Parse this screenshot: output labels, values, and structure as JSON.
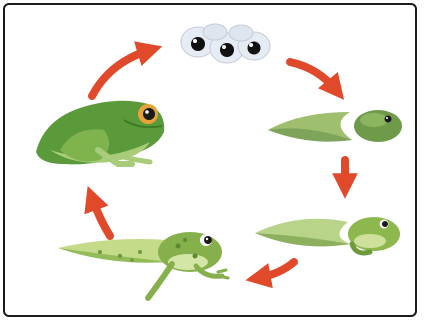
{
  "diagram": {
    "stages": [
      {
        "stage": "eggs",
        "icon": "frog-eggs-icon"
      },
      {
        "stage": "tadpole",
        "icon": "tadpole-icon"
      },
      {
        "stage": "tadpole-with-legs",
        "icon": "tadpole-with-legs-icon"
      },
      {
        "stage": "froglet",
        "icon": "froglet-icon"
      },
      {
        "stage": "adult-frog",
        "icon": "adult-frog-icon"
      }
    ],
    "arrow_direction": "clockwise",
    "colors": {
      "arrow": "#e04a2a",
      "frog_green": "#5a9a3a",
      "frog_light": "#a8cc7a",
      "tadpole_green": "#7da45a",
      "egg_shell": "#e6ecf4",
      "egg_core": "#111111",
      "border": "#1a1a1a"
    }
  }
}
